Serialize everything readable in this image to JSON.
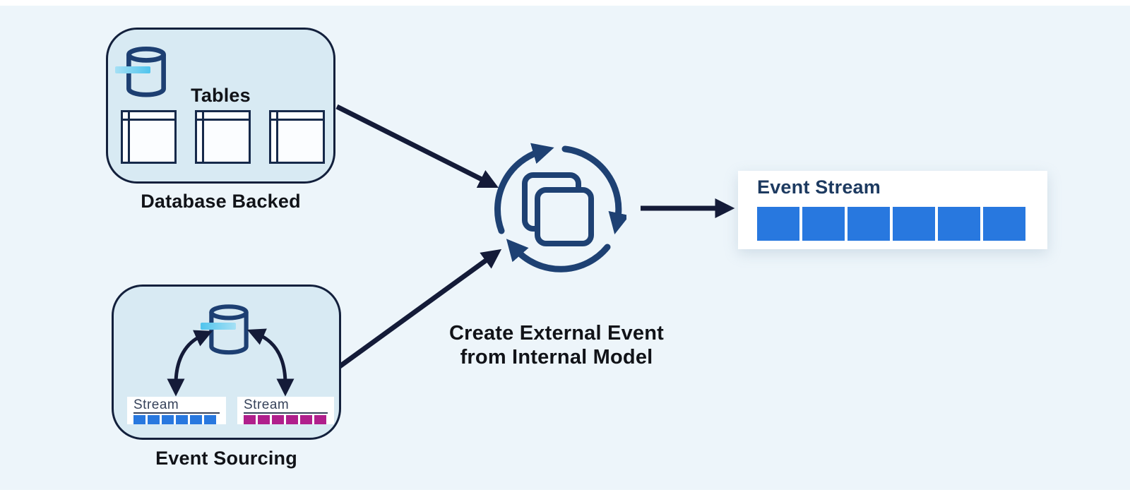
{
  "colors": {
    "page-bg": "#edf5fa",
    "frame-bg": "#ffffff",
    "box-fill": "#d8eaf3",
    "box-border": "#13203c",
    "navy": "#1e4173",
    "arrow": "#141b38",
    "table-border": "#16294a",
    "cyl": "#1d3f72",
    "blue": "#2878df",
    "magenta": "#b01f8c",
    "cyan": "#4fc4ed",
    "cyan-light": "#a5e0f5",
    "title-navy": "#1d3a60",
    "text-dark": "#111318",
    "stream-label": "#36425a"
  },
  "database_backed": {
    "caption": "Database Backed",
    "tables_label": "Tables",
    "table_count": 3,
    "icon": "database-cylinder"
  },
  "event_sourcing": {
    "caption": "Event Sourcing",
    "icon": "database-cylinder",
    "streams": [
      {
        "label": "Stream",
        "block_count": 6,
        "block_color": "#2878df"
      },
      {
        "label": "Stream",
        "block_count": 6,
        "block_color": "#b01f8c"
      }
    ]
  },
  "transform_step": {
    "icon": "rotate-copy",
    "caption_line1": "Create External Event",
    "caption_line2": "from Internal Model"
  },
  "event_stream": {
    "title": "Event Stream",
    "block_count": 6,
    "block_color": "#2878df"
  }
}
